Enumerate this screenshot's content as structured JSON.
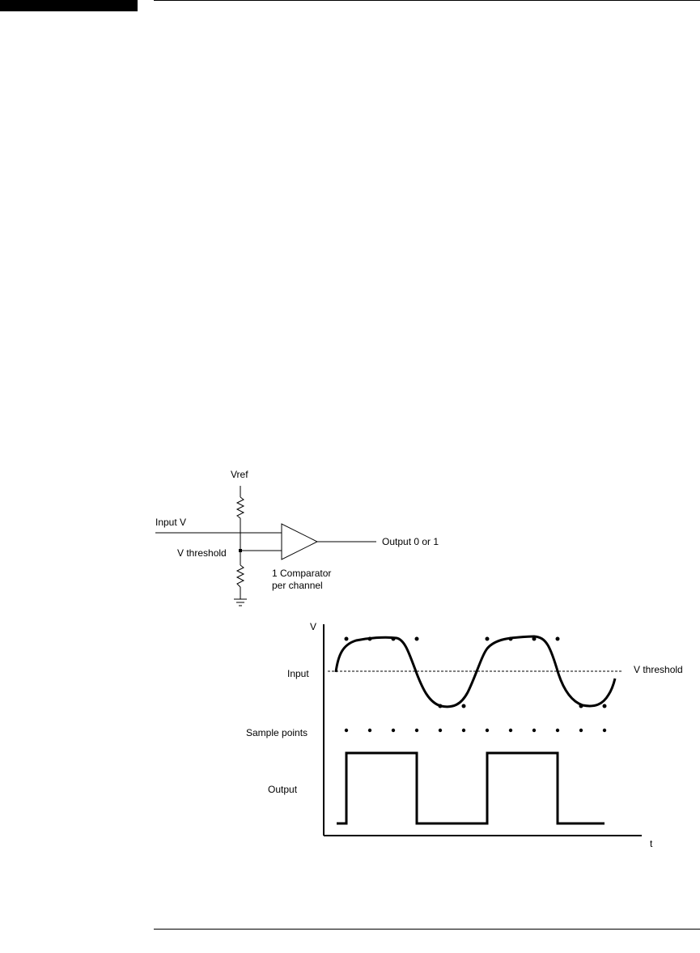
{
  "circuit": {
    "vref_label": "Vref",
    "input_label": "Input V",
    "threshold_label": "V threshold",
    "output_label": "Output 0 or 1",
    "comparator_line1": "1 Comparator",
    "comparator_line2": "per channel"
  },
  "timing": {
    "v_axis_label": "V",
    "t_axis_label": "t",
    "input_label": "Input",
    "threshold_label": "V threshold",
    "samples_label": "Sample points",
    "output_label": "Output",
    "sample_count": 12,
    "input_sample_states": [
      1,
      1,
      1,
      1,
      0,
      0,
      1,
      1,
      1,
      1,
      0,
      0
    ],
    "output_levels": [
      1,
      1,
      1,
      0,
      0,
      0,
      1,
      1,
      1,
      0,
      0,
      0
    ]
  }
}
